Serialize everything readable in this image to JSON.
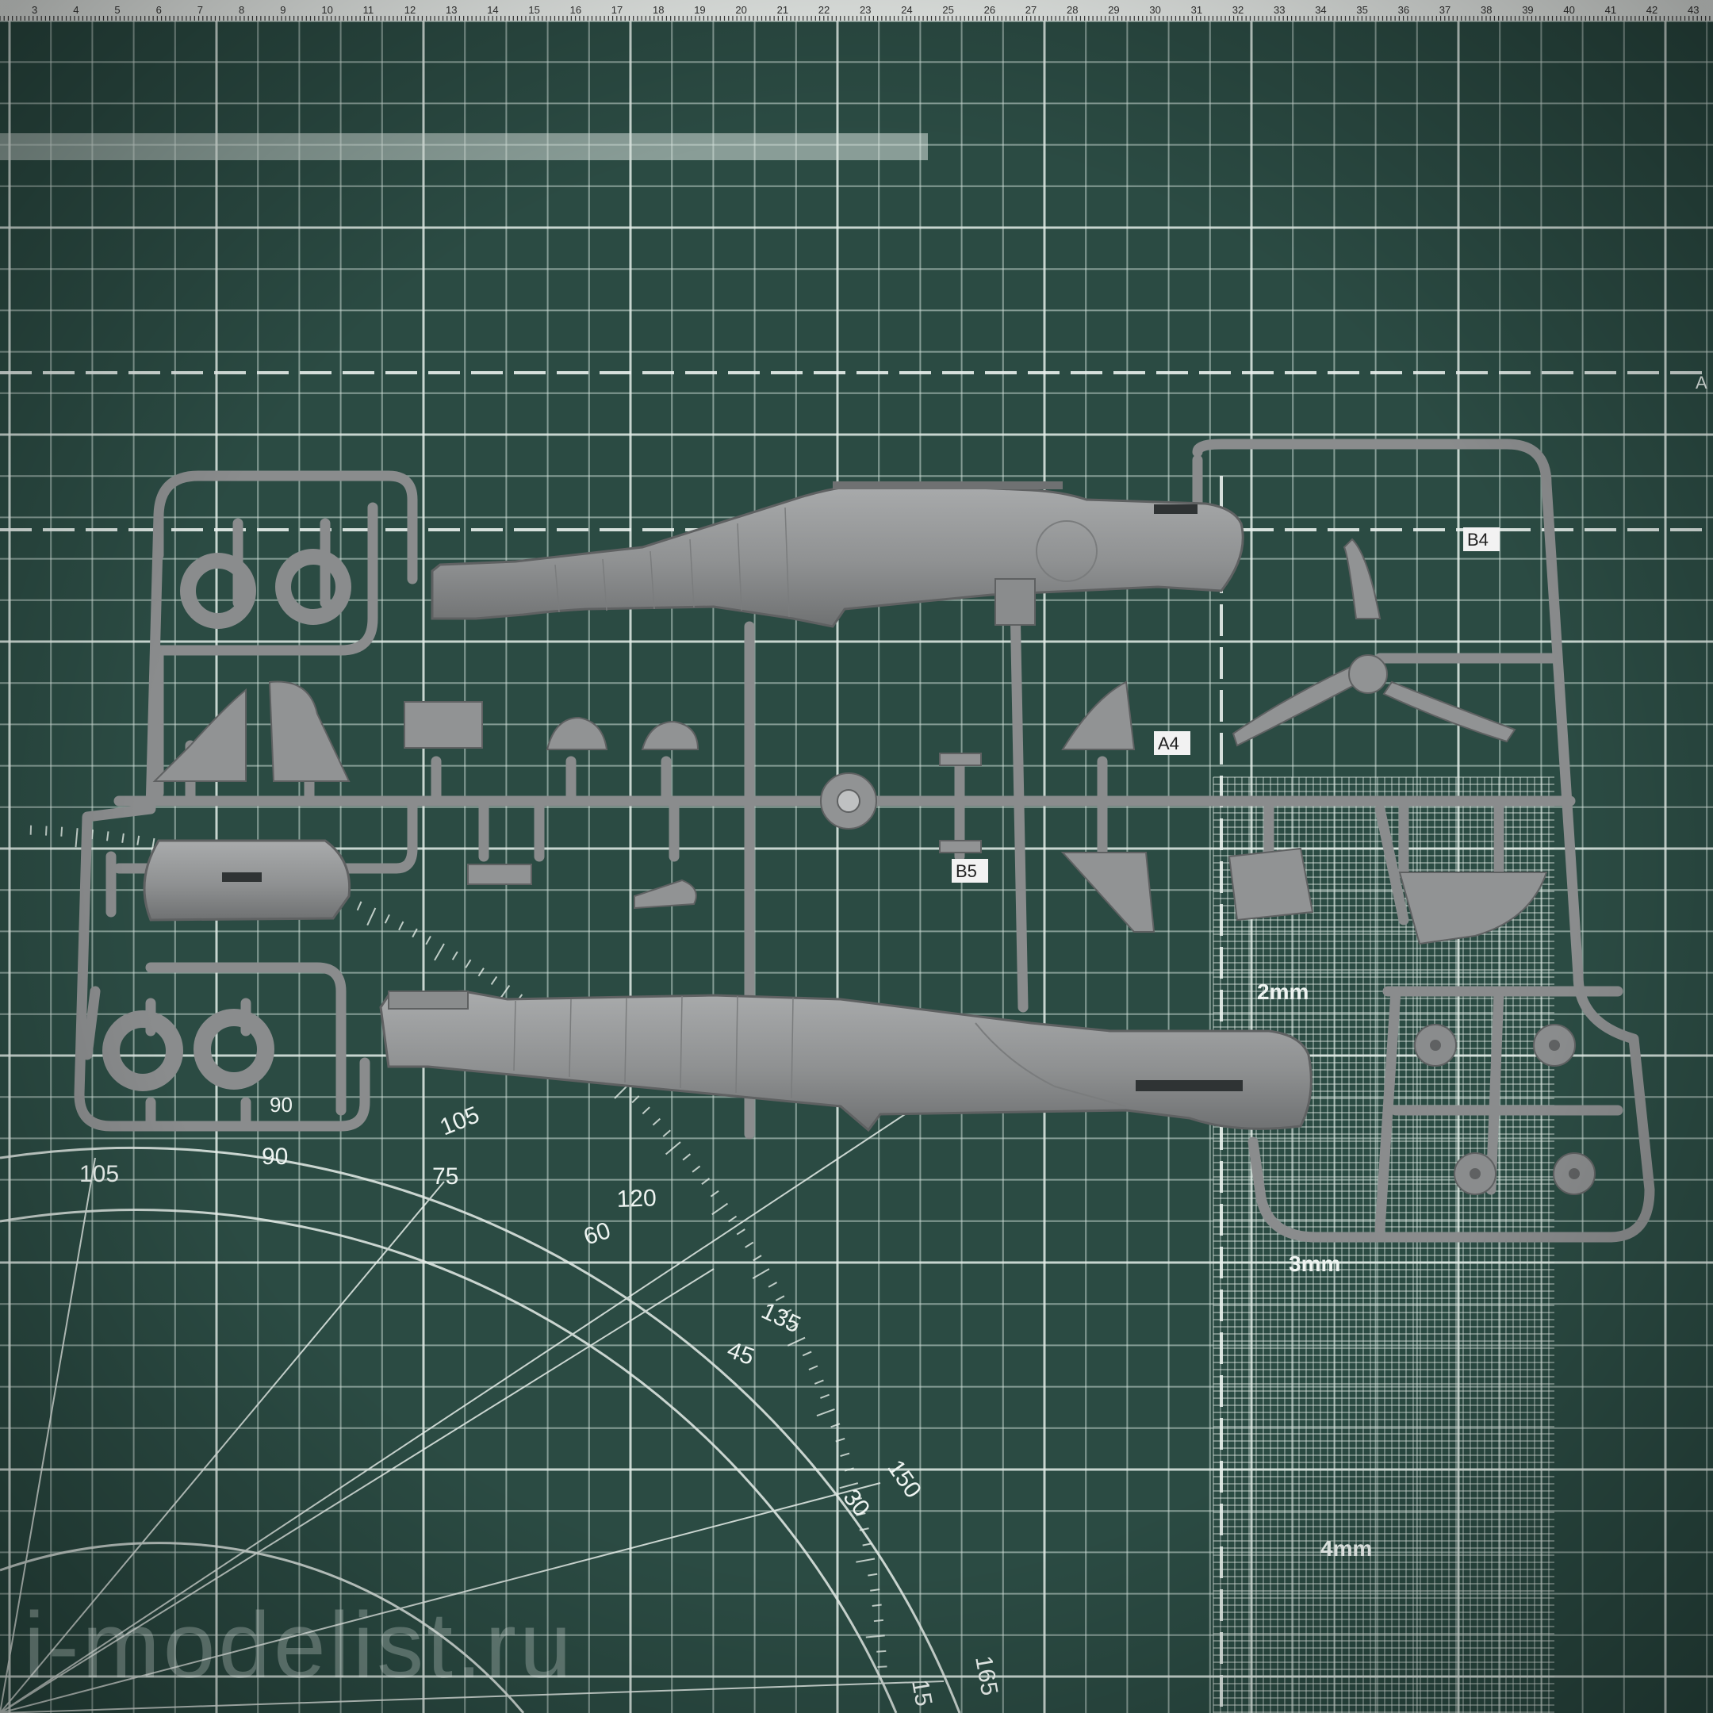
{
  "photo": {
    "subject": "plastic model kit sprue on cutting mat",
    "colors": {
      "mat": "#2b4b43",
      "mat_dark": "#1f3a33",
      "grid_line": "#cfe0d8",
      "ruler_strip": "#e8ece9",
      "plastic": "#8f9192",
      "plastic_light": "#a7a9aa",
      "plastic_dark": "#6e7071",
      "label_box": "#f2f2f2"
    }
  },
  "ruler": {
    "top_numbers": [
      "3",
      "4",
      "5",
      "6",
      "7",
      "8",
      "9",
      "10",
      "11",
      "12",
      "13",
      "14",
      "15",
      "16",
      "17",
      "18",
      "19",
      "20",
      "21",
      "22",
      "23",
      "24",
      "25",
      "26",
      "27",
      "28",
      "29",
      "30",
      "31",
      "32",
      "33",
      "34",
      "35",
      "36",
      "37",
      "38",
      "39",
      "40",
      "41",
      "42",
      "43"
    ]
  },
  "mat_marks": {
    "corner_letter": "A",
    "grid_sizes": [
      "2mm",
      "3mm",
      "4mm"
    ]
  },
  "protractor": {
    "outer": [
      "105",
      "120",
      "135",
      "150",
      "165"
    ],
    "inner": [
      "90",
      "75",
      "60",
      "45",
      "30",
      "15"
    ],
    "left_inner": "90",
    "left_outer": "105"
  },
  "sprue": {
    "part_labels": [
      "B4",
      "A4",
      "B5"
    ],
    "frame_number": "90"
  },
  "watermark": "i-modelist.ru"
}
